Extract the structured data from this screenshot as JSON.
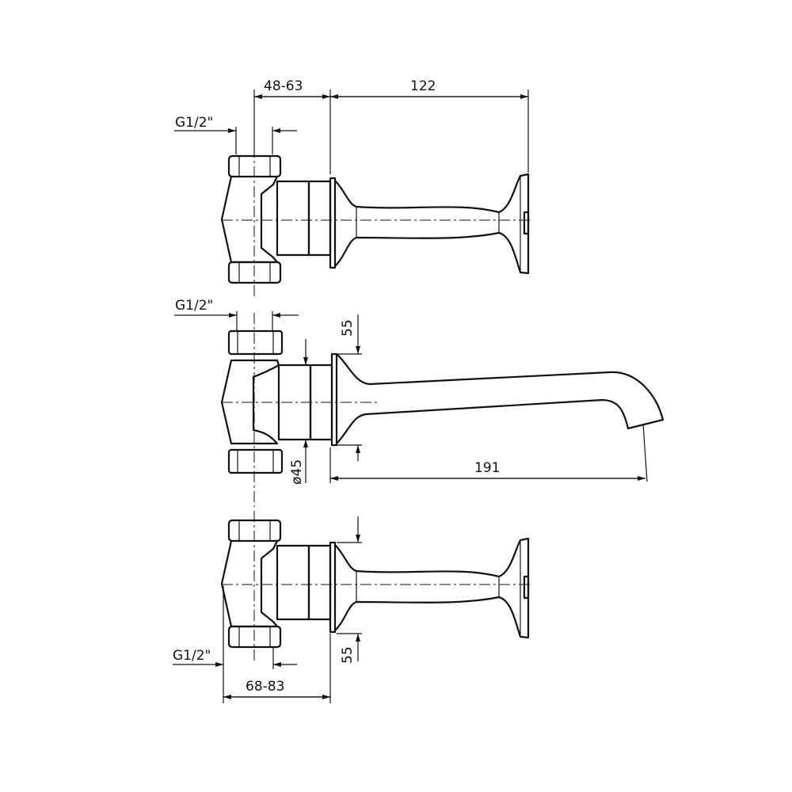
{
  "title": "Wall-mounted tap set dimensional drawing",
  "dimensions": {
    "top_depth": "48-63",
    "handle_length": "122",
    "thread_top": "G1/2\"",
    "thread_middle": "G1/2\"",
    "thread_bottom": "G1/2\"",
    "flange_offset_middle": "55",
    "diameter": "ø45",
    "spout_length": "191",
    "flange_offset_bottom": "55",
    "bottom_depth": "68-83"
  },
  "colors": {
    "line": "#111111",
    "background": "#ffffff"
  }
}
